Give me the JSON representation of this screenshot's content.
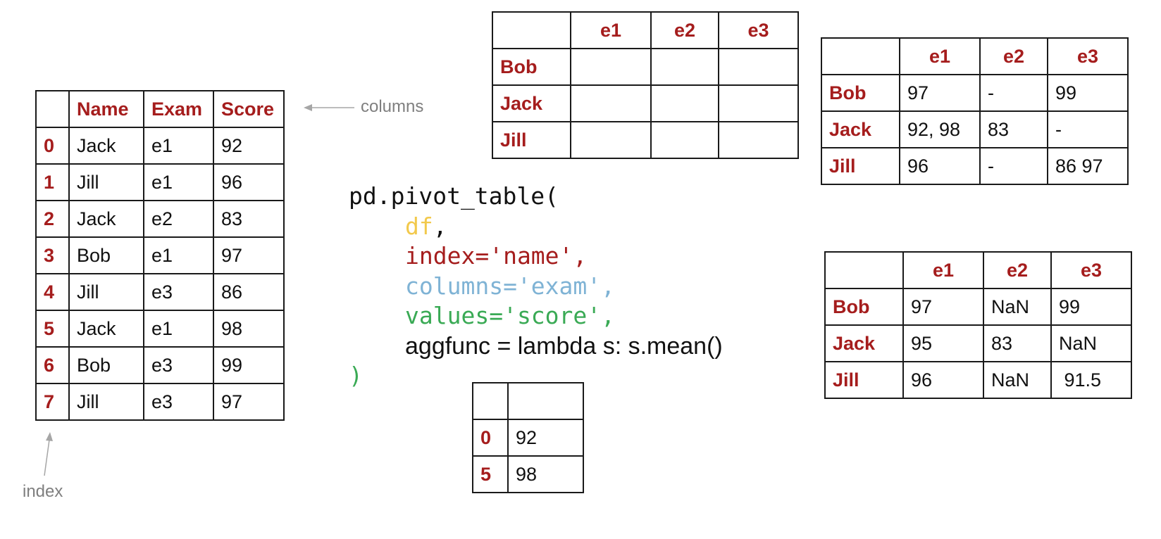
{
  "source_table": {
    "headers": [
      "",
      "Name",
      "Exam",
      "Score"
    ],
    "rows": [
      [
        "0",
        "Jack",
        "e1",
        "92"
      ],
      [
        "1",
        "Jill",
        "e1",
        "96"
      ],
      [
        "2",
        "Jack",
        "e2",
        "83"
      ],
      [
        "3",
        "Bob",
        "e1",
        "97"
      ],
      [
        "4",
        "Jill",
        "e3",
        "86"
      ],
      [
        "5",
        "Jack",
        "e1",
        "98"
      ],
      [
        "6",
        "Bob",
        "e3",
        "99"
      ],
      [
        "7",
        "Jill",
        "e3",
        "97"
      ]
    ]
  },
  "annotations": {
    "columns": "columns",
    "index": "index"
  },
  "empty_pivot": {
    "headers": [
      "",
      "e1",
      "e2",
      "e3"
    ],
    "rows": [
      [
        "Bob",
        "",
        "",
        ""
      ],
      [
        "Jack",
        "",
        "",
        ""
      ],
      [
        "Jill",
        "",
        "",
        ""
      ]
    ]
  },
  "list_pivot": {
    "headers": [
      "",
      "e1",
      "e2",
      "e3"
    ],
    "rows": [
      [
        "Bob",
        "97",
        "-",
        "99"
      ],
      [
        "Jack",
        "92, 98",
        "83",
        "-"
      ],
      [
        "Jill",
        "96",
        "-",
        "86 97"
      ]
    ]
  },
  "mean_pivot": {
    "headers": [
      "",
      "e1",
      "e2",
      "e3"
    ],
    "rows": [
      [
        "Bob",
        "97",
        "NaN",
        "99"
      ],
      [
        "Jack",
        "95",
        "83",
        "NaN"
      ],
      [
        "Jill",
        "96",
        "NaN",
        " 91.5"
      ]
    ]
  },
  "group_table": {
    "headers": [
      "",
      ""
    ],
    "rows": [
      [
        "0",
        "92"
      ],
      [
        "5",
        "98"
      ]
    ]
  },
  "code": {
    "line1": "pd.pivot_table(",
    "line2": "df",
    "line2_comma": ",",
    "line3": "index='name',",
    "line4": "columns='exam',",
    "line5": "values='score',",
    "line6": "aggfunc = lambda s: s.mean()",
    "line7": ")"
  },
  "colors": {
    "header_red": "#a51d1d",
    "annotation_gray": "#7f7f7f",
    "code_df": "#f2c94c",
    "code_index": "#a51d1d",
    "code_columns": "#7fb3d5",
    "code_values": "#3aaa55",
    "code_paren": "#3aaa55",
    "border": "#1a1a1a"
  }
}
